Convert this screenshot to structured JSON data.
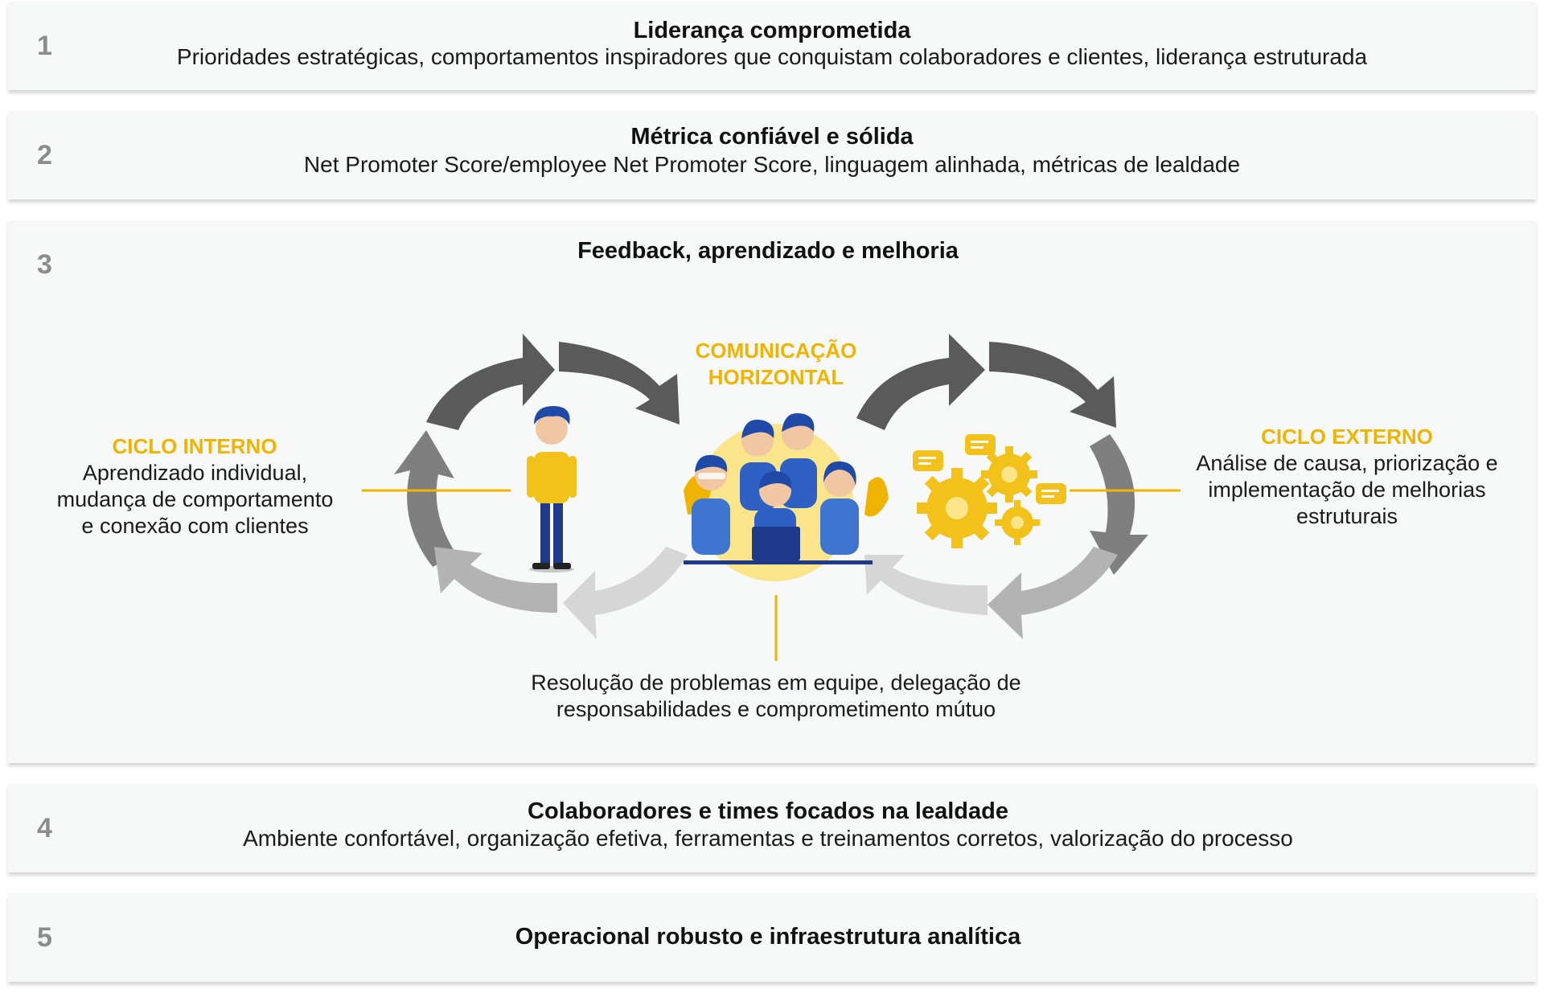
{
  "levels": [
    {
      "number": "1",
      "title": "Liderança comprometida",
      "description": "Prioridades estratégicas, comportamentos inspiradores que conquistam colaboradores e clientes, liderança estruturada"
    },
    {
      "number": "2",
      "title": "Métrica confiável e sólida",
      "description": "Net Promoter Score/employee Net Promoter Score, linguagem alinhada, métricas de lealdade"
    },
    {
      "number": "3",
      "title": "Feedback, aprendizado e melhoria"
    },
    {
      "number": "4",
      "title": "Colaboradores e times focados na lealdade",
      "description": "Ambiente confortável, organização efetiva, ferramentas e treinamentos corretos, valorização do processo"
    },
    {
      "number": "5",
      "title": "Operacional robusto e infraestrutura analítica"
    }
  ],
  "cycle": {
    "center_label": [
      "COMUNICAÇÃO",
      "HORIZONTAL"
    ],
    "internal": {
      "label": "CICLO INTERNO",
      "description": [
        "Aprendizado individual,",
        "mudança de comportamento",
        "e conexão com clientes"
      ]
    },
    "external": {
      "label": "CICLO EXTERNO",
      "description": [
        "Análise de causa, priorização e",
        "implementação de melhorias",
        "estruturais"
      ]
    },
    "bottom": [
      "Resolução de problemas em equipe, delegação de",
      "responsabilidades e comprometimento mútuo"
    ]
  },
  "colors": {
    "accent": "#f0b400",
    "card_bg": "#f7f8f8",
    "number": "#8c8c8c",
    "arrow_dark": "#5a5a5a",
    "arrow_mid": "#7f7f7f",
    "arrow_light": "#b3b3b3",
    "arrow_lighter": "#d6d6d6",
    "figure_blue": "#1f4aa8"
  },
  "icons": [
    "person-icon",
    "team-icon",
    "gears-icon",
    "chat-bubble-icon",
    "cycle-arrow-icon"
  ]
}
